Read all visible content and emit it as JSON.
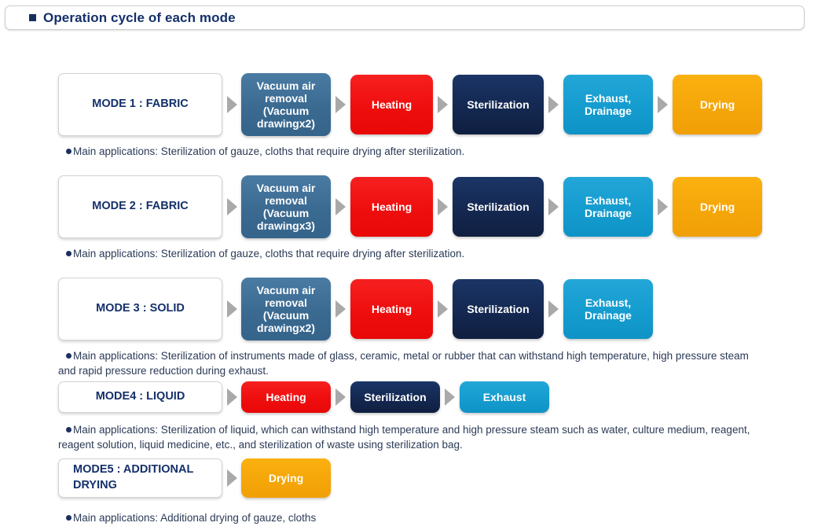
{
  "header": {
    "title": "Operation cycle of each mode",
    "bullet_icon": "square-bullet-icon"
  },
  "colors": {
    "title_navy": "#14306a",
    "vacuum_blue": "#3b6a91",
    "heating_red": "#ef0e0e",
    "sterilization_navy": "#13274f",
    "exhaust_cyan": "#159ccf",
    "drying_amber": "#f5a609",
    "arrow_gray": "#a9a9a9",
    "caption_text": "#2b3a56"
  },
  "rows": [
    {
      "mode_label": "MODE 1 : FABRIC",
      "steps": [
        "Vacuum air removal (Vacuum drawingx2)",
        "Heating",
        "Sterilization",
        "Exhaust, Drainage",
        "Drying"
      ],
      "caption": "Main applications: Sterilization of gauze, cloths that require drying after sterilization."
    },
    {
      "mode_label": "MODE 2 : FABRIC",
      "steps": [
        "Vacuum air removal (Vacuum drawingx3)",
        "Heating",
        "Sterilization",
        "Exhaust, Drainage",
        "Drying"
      ],
      "caption": "Main applications: Sterilization of gauze, cloths that require drying after sterilization."
    },
    {
      "mode_label": "MODE 3 : SOLID",
      "steps": [
        "Vacuum air removal (Vacuum drawingx2)",
        "Heating",
        "Sterilization",
        "Exhaust, Drainage"
      ],
      "caption": "Main applications: Sterilization of instruments made of glass, ceramic, metal or rubber that can withstand high temperature, high pressure steam and rapid pressure reduction during exhaust."
    },
    {
      "mode_label": "MODE4 : LIQUID",
      "steps": [
        "Heating",
        "Sterilization",
        "Exhaust"
      ],
      "caption": "Main applications: Sterilization of liquid, which can withstand high temperature and high pressure steam such as water, culture medium, reagent, reagent solution, liquid medicine, etc., and sterilization of waste using sterilization bag."
    },
    {
      "mode_label": "MODE5 : ADDITIONAL DRYING",
      "steps": [
        "Drying"
      ],
      "caption": "Main applications: Additional drying of gauze, cloths"
    }
  ],
  "step_text": {
    "vacuum_x2_l1": "Vacuum air",
    "vacuum_x2_l2": "removal",
    "vacuum_x2_l3": "(Vacuum",
    "vacuum_x2_l4": "drawingx2)",
    "vacuum_x3_l4": "drawingx3)",
    "heating": "Heating",
    "sterilization": "Sterilization",
    "exhaust_l1": "Exhaust,",
    "exhaust_l2": "Drainage",
    "exhaust_only": "Exhaust",
    "drying": "Drying"
  },
  "mode5": {
    "line1": "MODE5 : ADDITIONAL",
    "line2": "DRYING"
  }
}
